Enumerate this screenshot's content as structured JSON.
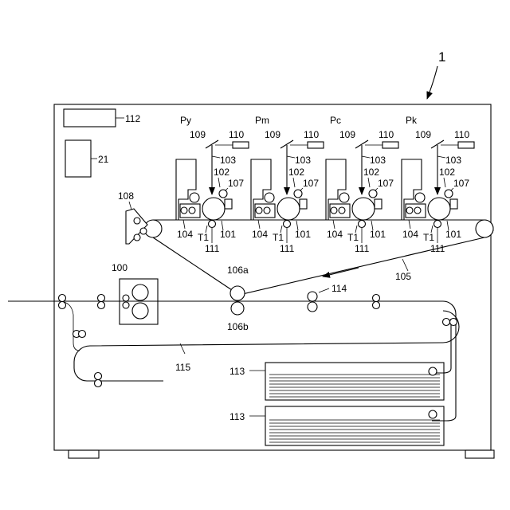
{
  "labels": {
    "device": "1",
    "controller": "112",
    "storage": "21",
    "cleaner": "108",
    "fixing": "100",
    "secondary_upper": "106a",
    "secondary_lower": "106b",
    "registration": "114",
    "belt": "105",
    "duplex_path": "115",
    "tray_upper": "113",
    "tray_lower": "113",
    "stations": [
      {
        "name": "Py",
        "mirror": "109",
        "laser": "110",
        "beam": "103",
        "charger": "102",
        "developer": "107",
        "cartridge": "104",
        "transfer": "T1",
        "cleaning": "101",
        "primary": "111"
      },
      {
        "name": "Pm",
        "mirror": "109",
        "laser": "110",
        "beam": "103",
        "charger": "102",
        "developer": "107",
        "cartridge": "104",
        "transfer": "T1",
        "cleaning": "101",
        "primary": "111"
      },
      {
        "name": "Pc",
        "mirror": "109",
        "laser": "110",
        "beam": "103",
        "charger": "102",
        "developer": "107",
        "cartridge": "104",
        "transfer": "T1",
        "cleaning": "101",
        "primary": "111"
      },
      {
        "name": "Pk",
        "mirror": "109",
        "laser": "110",
        "beam": "103",
        "charger": "102",
        "developer": "107",
        "cartridge": "104",
        "transfer": "T1",
        "cleaning": "101",
        "primary": "111"
      }
    ]
  }
}
